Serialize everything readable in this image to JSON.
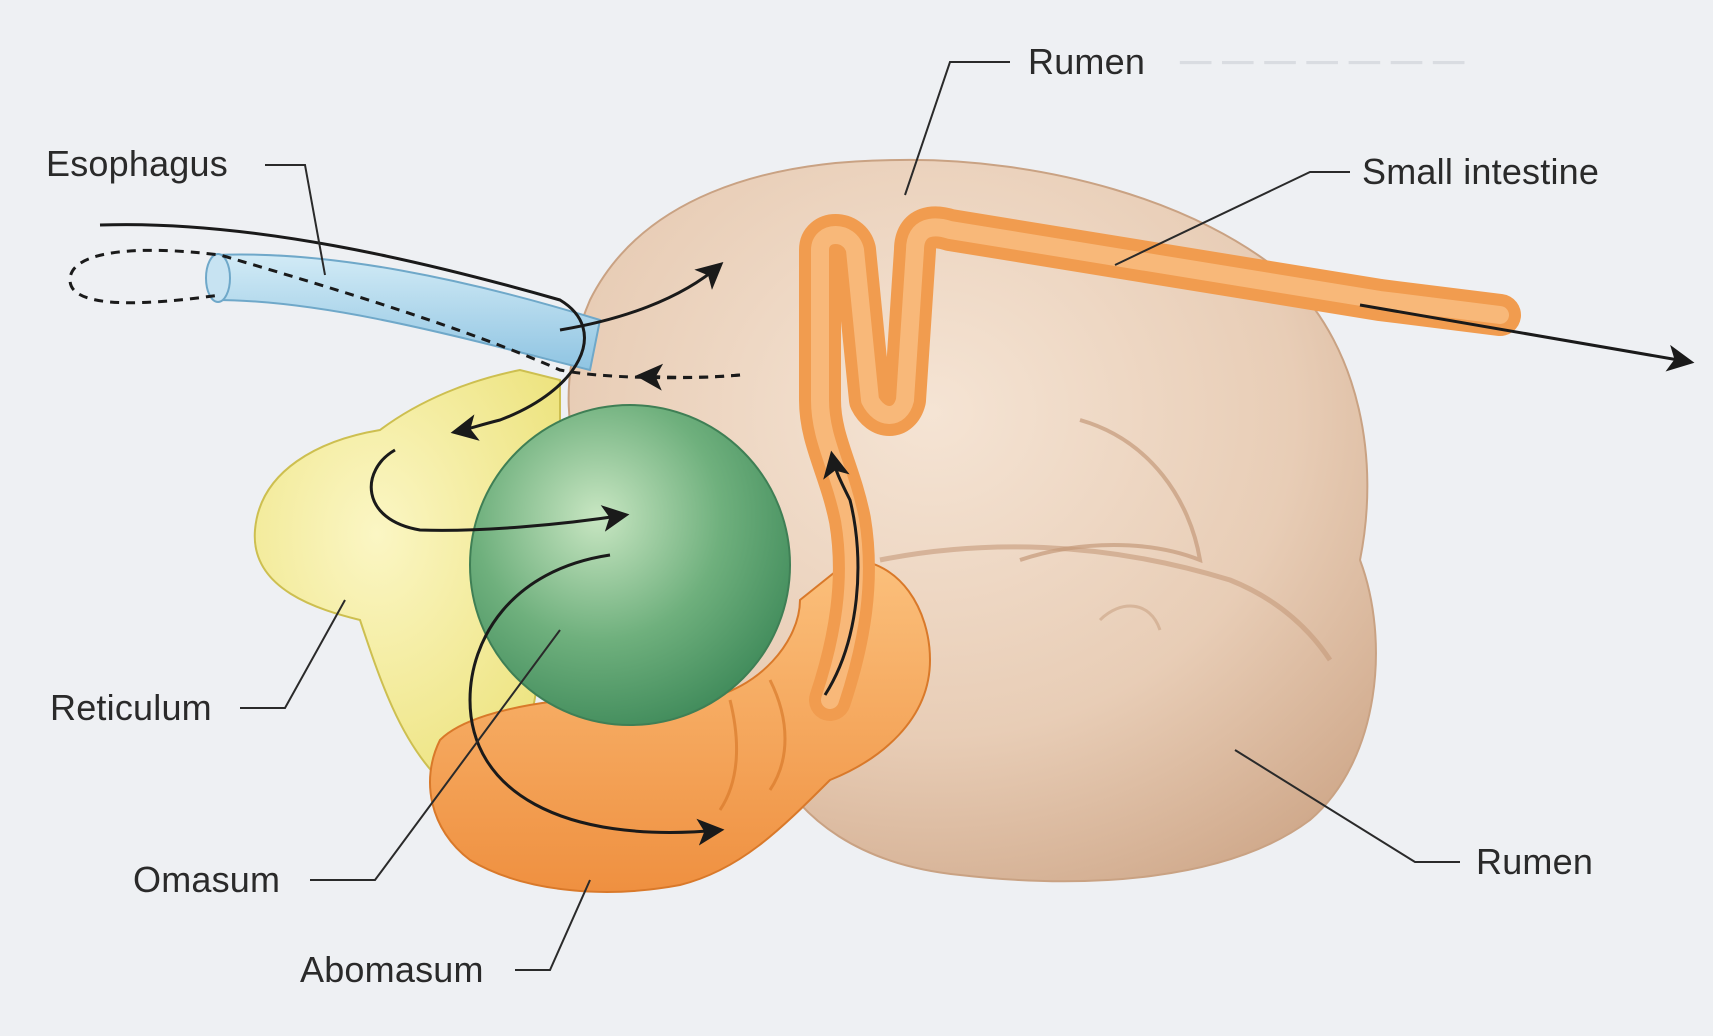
{
  "labels": {
    "esophagus": "Esophagus",
    "rumen_top": "Rumen",
    "small_intestine": "Small intestine",
    "reticulum": "Reticulum",
    "omasum": "Omasum",
    "abomasum": "Abomasum",
    "rumen_bottom": "Rumen"
  },
  "colors": {
    "background": "#eef0f3",
    "rumen": "#ead2bd",
    "reticulum": "#f2eb8c",
    "omasum": "#5aa270",
    "abomasum": "#f5a659",
    "small_intestine": "#f5a35a",
    "esophagus": "#a9d3ea",
    "flow_arrows": "#1a1a1a"
  }
}
